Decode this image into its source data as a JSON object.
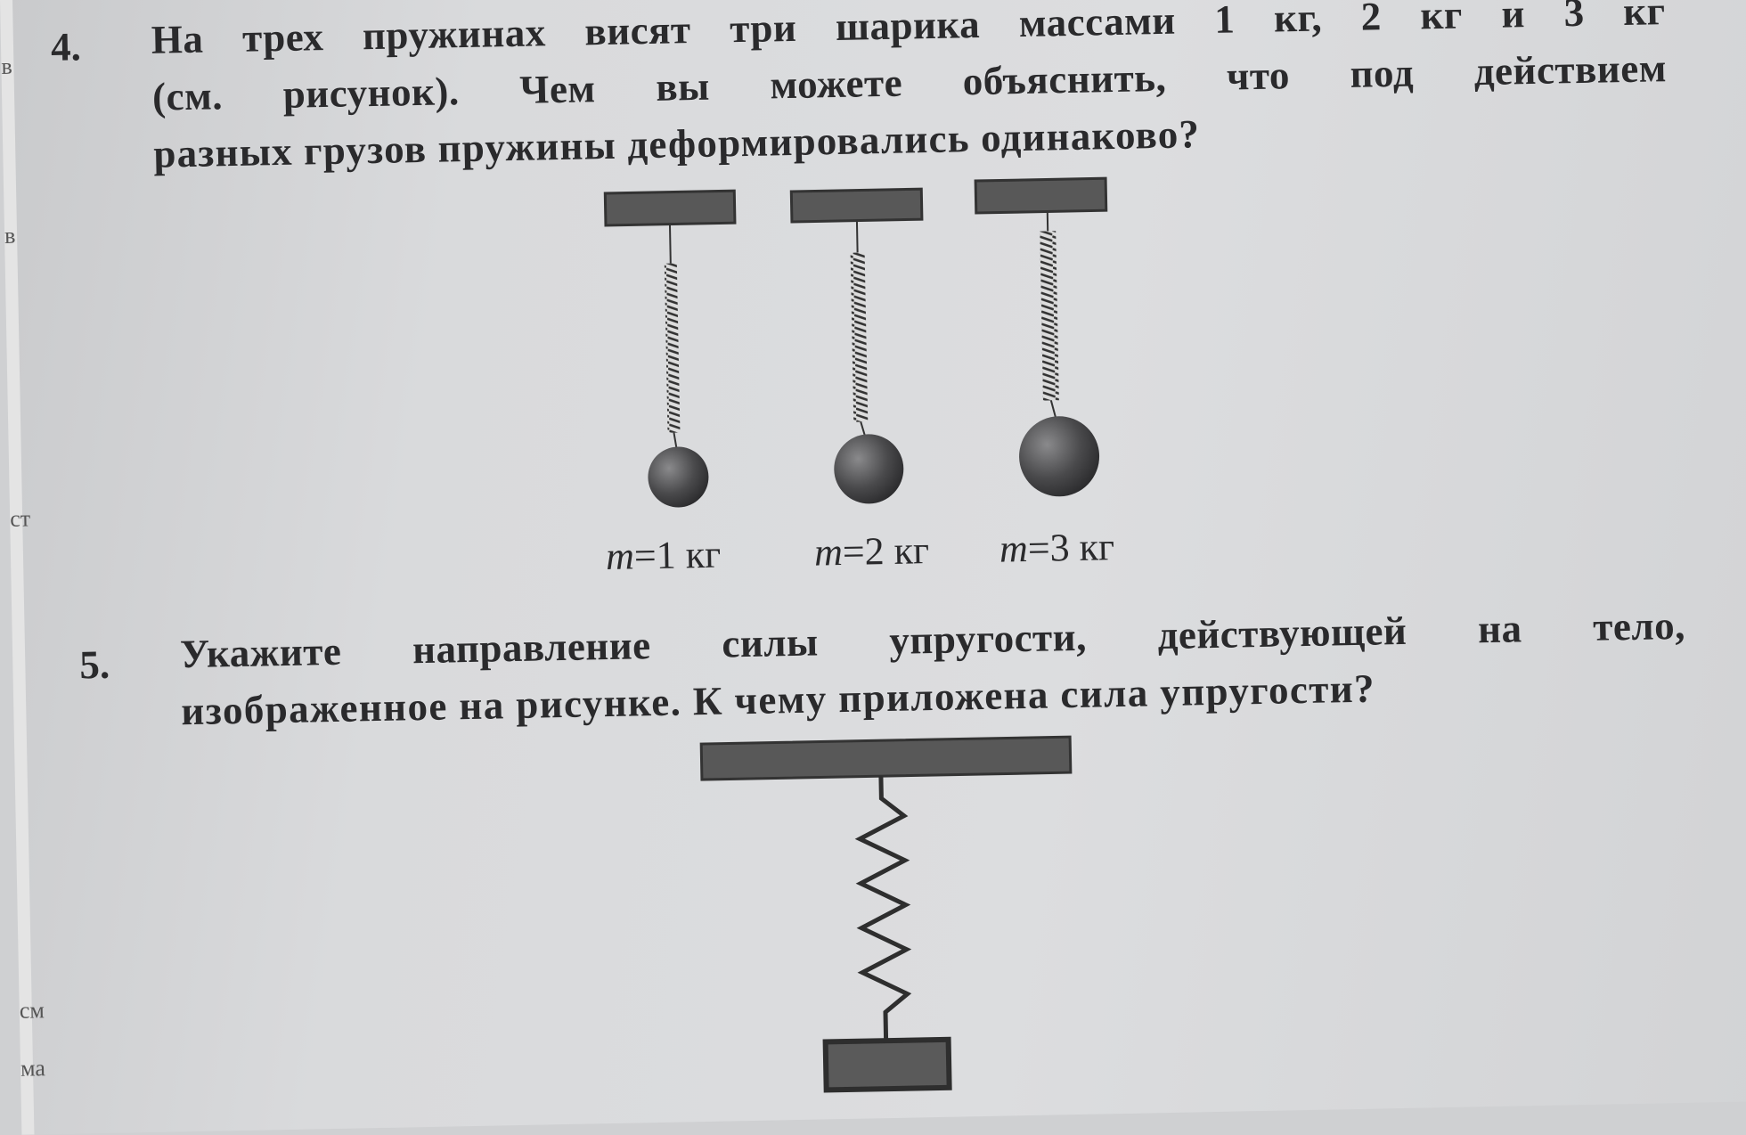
{
  "margin_fragments": [
    "в",
    "в",
    "ст",
    "см",
    "ма"
  ],
  "task4": {
    "number": "4.",
    "lines": [
      "На трех пружинах висят три шарика массами 1 кг, 2 кг и 3 кг",
      "(см. рисунок). Чем вы можете объяснить, что под действием",
      "разных грузов пружины деформировались одинаково?"
    ],
    "labels": [
      {
        "var": "m",
        "value": "=1 кг"
      },
      {
        "var": "m",
        "value": "=2 кг"
      },
      {
        "var": "m",
        "value": "=3 кг"
      }
    ]
  },
  "task5": {
    "number": "5.",
    "lines": [
      "Укажите направление силы упругости, действующей на тело,",
      "изображенное на рисунке. К чему приложена сила упругости?"
    ]
  }
}
